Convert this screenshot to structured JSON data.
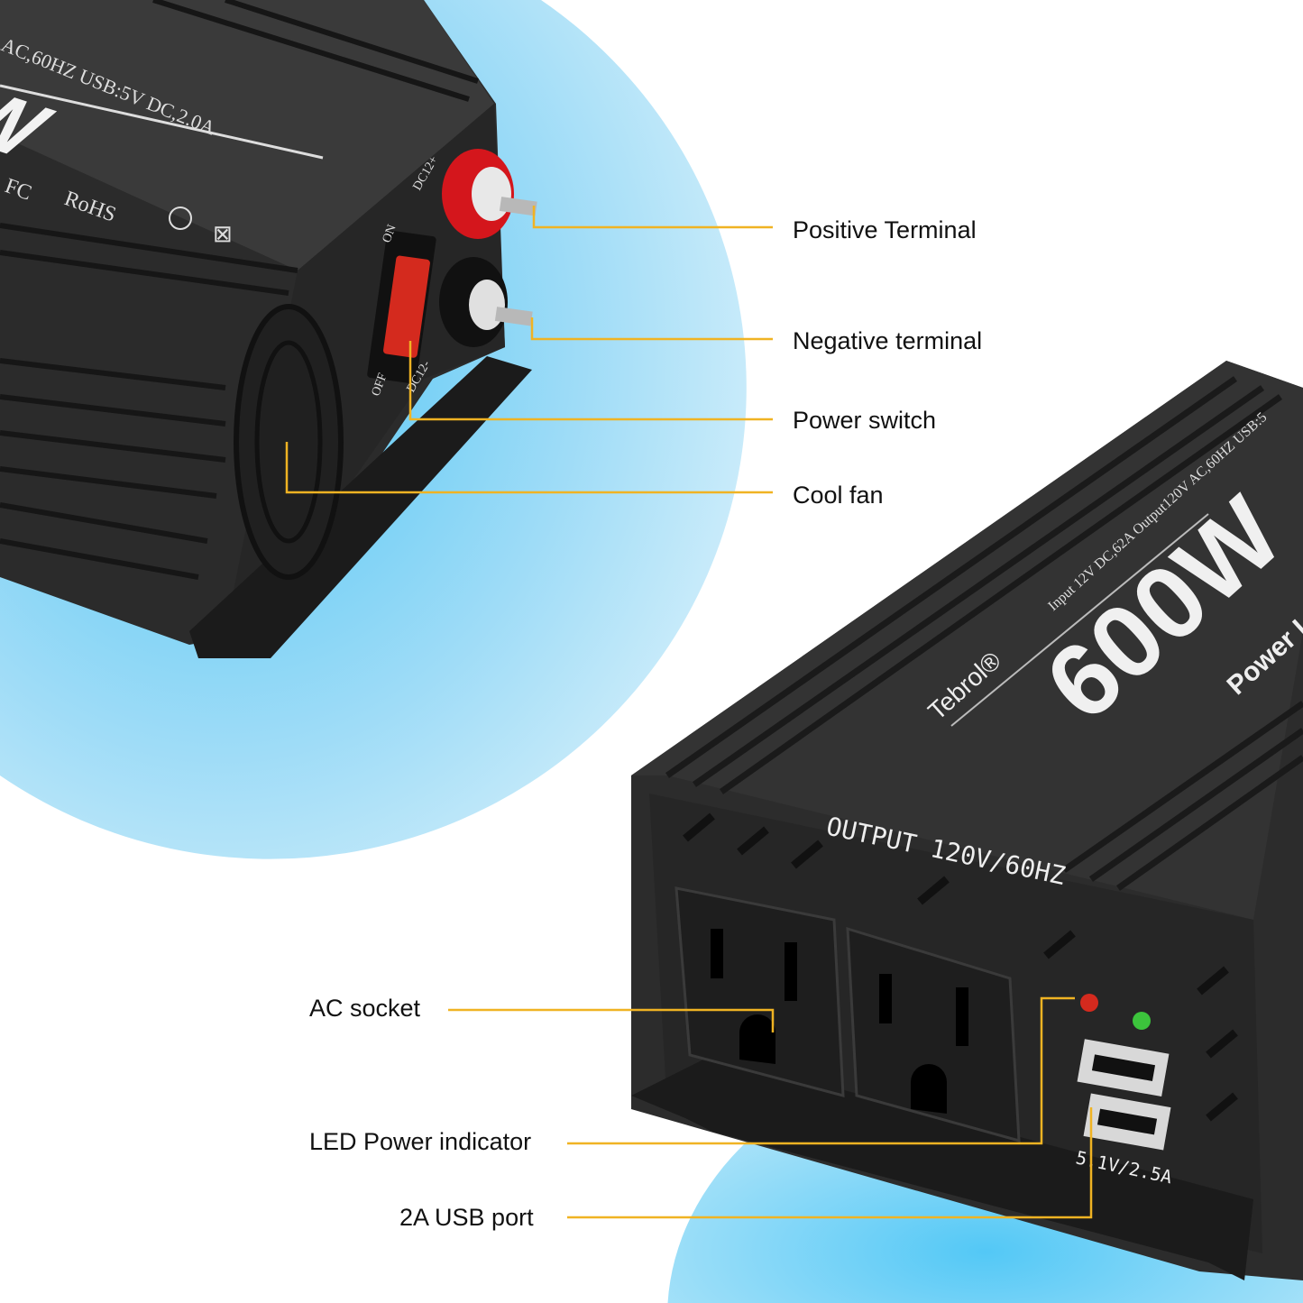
{
  "callouts": {
    "positive_terminal": "Positive Terminal",
    "negative_terminal": "Negative terminal",
    "power_switch": "Power switch",
    "cool_fan": "Cool fan",
    "ac_socket": "AC socket",
    "led_indicator": "LED Power indicator",
    "usb_port": "2A USB port"
  },
  "product_top": {
    "spec_text": "AC,60HZ USB:5V DC,2.0A",
    "wattage_fragment": "W",
    "certs": [
      "FC",
      "RoHS"
    ],
    "positive_label": "DC12+",
    "negative_label": "DC12-",
    "switch_on": "ON",
    "switch_off": "OFF"
  },
  "product_bottom": {
    "brand": "Tebrol®",
    "spec_text": "Input 12V DC,62A Output120V AC,60HZ USB:5",
    "wattage": "600W",
    "subtitle": "Power I",
    "output_label": "OUTPUT 120V/60HZ",
    "usb_rating": "5.1V/2.5A"
  },
  "colors": {
    "callout_line": "#F0B323",
    "background_blue": "#7fd3f7",
    "device": "#2a2a2a",
    "led_red": "#d42a1e",
    "led_green": "#3cc43c",
    "terminal_red": "#d4161c"
  }
}
